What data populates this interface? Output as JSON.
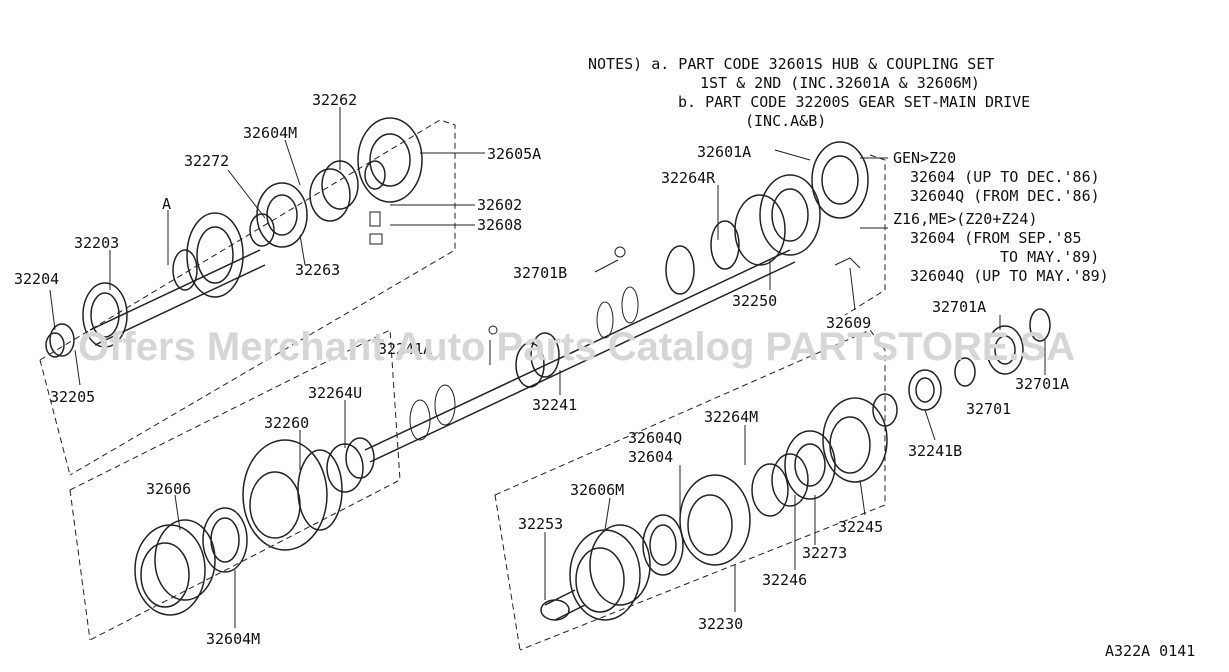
{
  "notes": {
    "line1": "NOTES)  a. PART CODE 32601S HUB & COUPLING SET",
    "line2": "1ST & 2ND (INC.32601A &  32606M)",
    "line3": "b. PART CODE 32200S GEAR SET-MAIN DRIVE",
    "line4": "(INC.A&B)"
  },
  "variants": {
    "line1": "GEN>Z20",
    "line2": "32604  (UP TO DEC.'86)",
    "line3": "32604Q (FROM DEC.'86)",
    "line4": "Z16,ME>(Z20+Z24)",
    "line5": "32604  (FROM SEP.'85",
    "line6": "TO MAY.'89)",
    "line7": "32604Q (UP TO MAY.'89)"
  },
  "labels": {
    "p32262": "32262",
    "p32604M_top": "32604M",
    "p32605A": "32605A",
    "p32272": "32272",
    "p32602": "32602",
    "p32608": "32608",
    "p32263": "32263",
    "pA_upper": "A",
    "p32203": "32203",
    "p32204": "32204",
    "p32205": "32205",
    "p32601A": "32601A",
    "p32264R": "32264R",
    "p32701B": "32701B",
    "p32250": "32250",
    "p32609": "32609",
    "p32701A_top": "32701A",
    "p32701A_right": "32701A",
    "p32701": "32701",
    "p32241A": "32241A",
    "p32241": "32241",
    "p32264U": "32264U",
    "p32260": "32260",
    "p32606": "32606",
    "p32604M_bottom": "32604M",
    "p32264M": "32264M",
    "p32604Q": "32604Q",
    "p32604": "32604",
    "p32606M": "32606M",
    "p32253": "32253",
    "p32230": "32230",
    "p32246": "32246",
    "p32273": "32273",
    "p32245": "32245",
    "p32241B": "32241B"
  },
  "watermark": "Offers Merchant Auto Parts Catalog PARTSTORE.SA",
  "figure_code": "A322A 0141"
}
